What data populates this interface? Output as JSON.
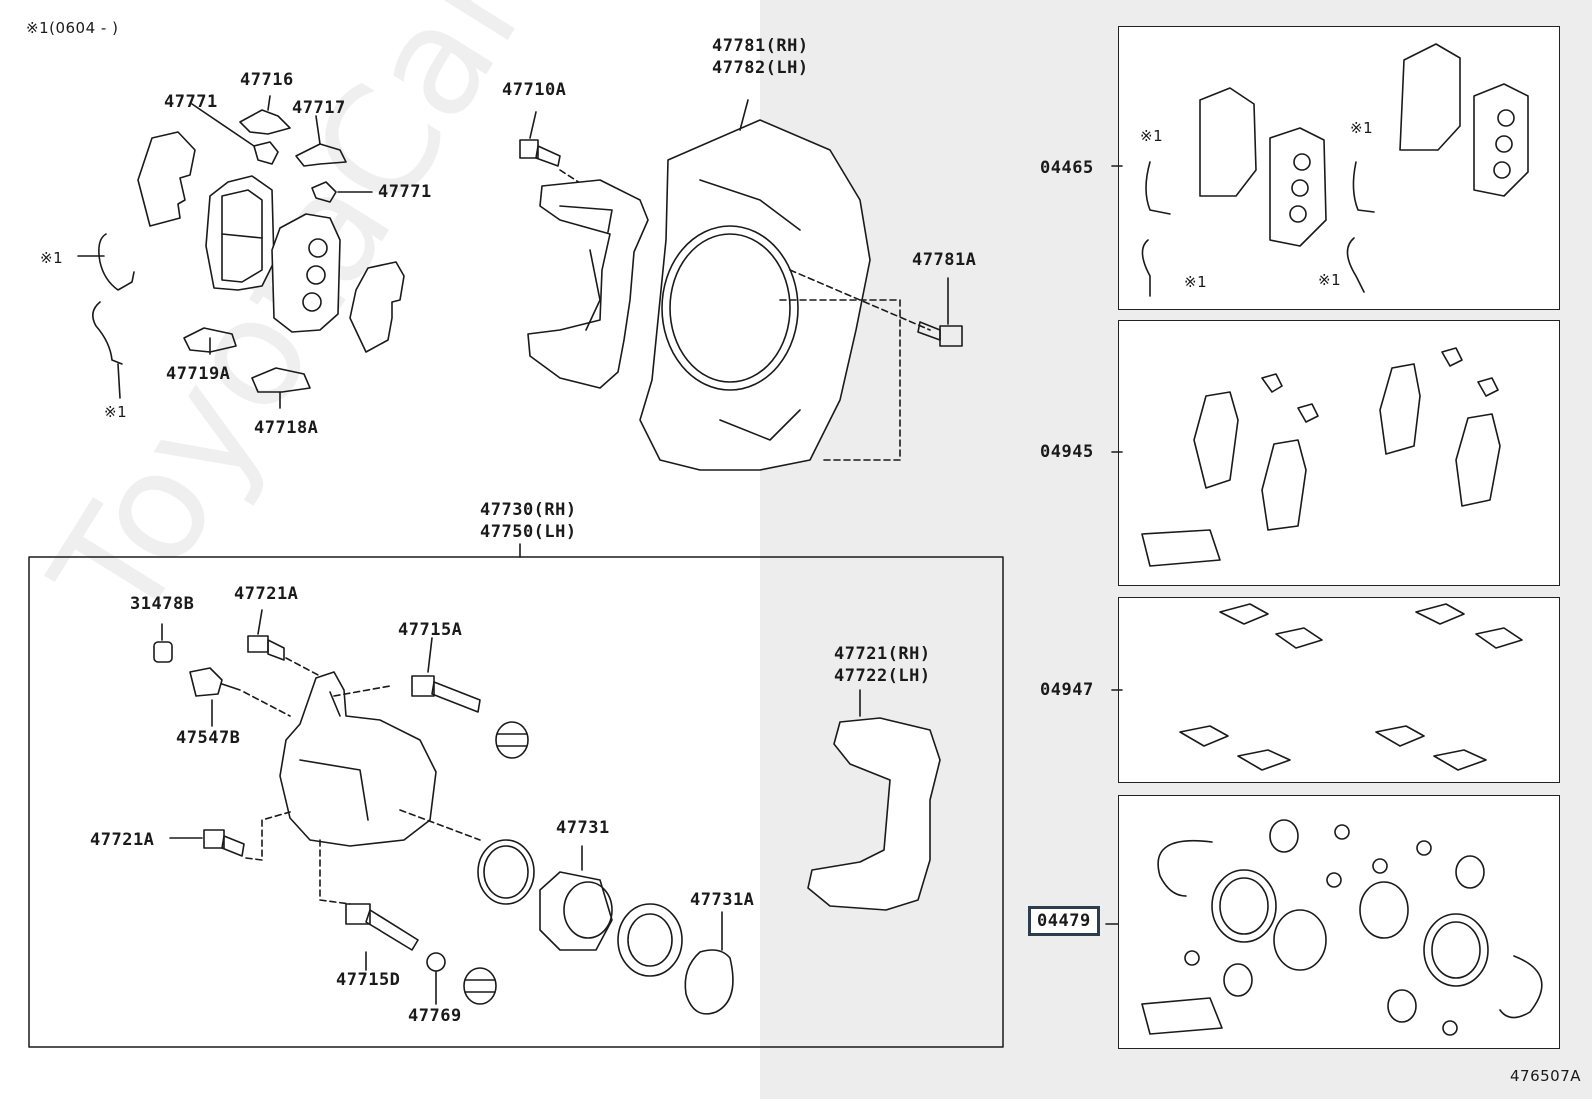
{
  "header_note": "※1(0604 -     )",
  "footer_code": "476507A",
  "watermark": "ToyotaCarMiner.ru",
  "labels": {
    "p47716": "47716",
    "p47771a": "47771",
    "p47717": "47717",
    "p47771b": "47771",
    "p47719A": "47719A",
    "p47718A": "47718A",
    "star1a": "※1",
    "star1b": "※1",
    "p47710A": "47710A",
    "p47781": "47781(RH)",
    "p47782": "47782(LH)",
    "p47781A": "47781A",
    "p47730": "47730(RH)",
    "p47750": "47750(LH)",
    "p31478B": "31478B",
    "p47721A_top": "47721A",
    "p47715A": "47715A",
    "p47547B": "47547B",
    "p47721A_left": "47721A",
    "p47731": "47731",
    "p47731A": "47731A",
    "p47715D": "47715D",
    "p47769": "47769",
    "p47721": "47721(RH)",
    "p47722": "47722(LH)",
    "k04465": "04465",
    "k04945": "04945",
    "k04947": "04947",
    "k04479": "04479",
    "kit_star_a": "※1",
    "kit_star_b": "※1",
    "kit_star_c": "※1",
    "kit_star_d": "※1"
  },
  "highlighted_part": "04479"
}
